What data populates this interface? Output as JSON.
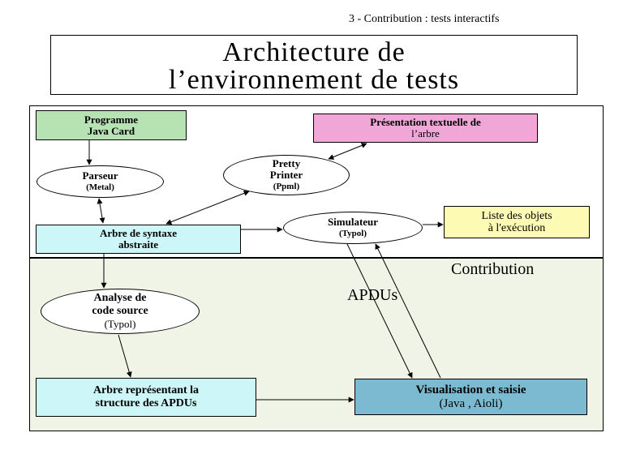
{
  "header": "3 - Contribution : tests interactifs",
  "title": {
    "line1": "Architecture de",
    "line2": "l’environnement de tests"
  },
  "colors": {
    "programme": "#b7e3b4",
    "presentation": "#f0a6d6",
    "arbre_syntaxe": "#cdf6f8",
    "liste": "#fdfab4",
    "arbre_apdus": "#cdf6f8",
    "visualisation": "#7cbad2",
    "contribution_bg": "#f0f4e6"
  },
  "nodes": {
    "programme": {
      "line1": "Programme",
      "line2": "Java Card"
    },
    "presentation": {
      "line1": "Présentation textuelle de",
      "line2": "l’arbre"
    },
    "parseur": {
      "line1": "Parseur",
      "line2": "(Metal)"
    },
    "pretty": {
      "line1": "Pretty",
      "line2": "Printer",
      "line3": "(Ppml)"
    },
    "arbre_syntaxe": {
      "line1": "Arbre de syntaxe",
      "line2": "abstraite"
    },
    "simulateur": {
      "line1": "Simulateur",
      "line2": "(Typol)"
    },
    "liste": {
      "line1": "Liste des objets",
      "line2": "à l'exécution"
    },
    "analyse": {
      "line1": "Analyse de",
      "line2": "code source",
      "line3": "(Typol)"
    },
    "arbre_apdus": {
      "line1": "Arbre représentant la",
      "line2": "structure des APDUs"
    },
    "visualisation": {
      "line1": "Visualisation et saisie",
      "line2": "(Java , Aioli)"
    }
  },
  "labels": {
    "contribution": "Contribution",
    "apdus": "APDUs"
  }
}
